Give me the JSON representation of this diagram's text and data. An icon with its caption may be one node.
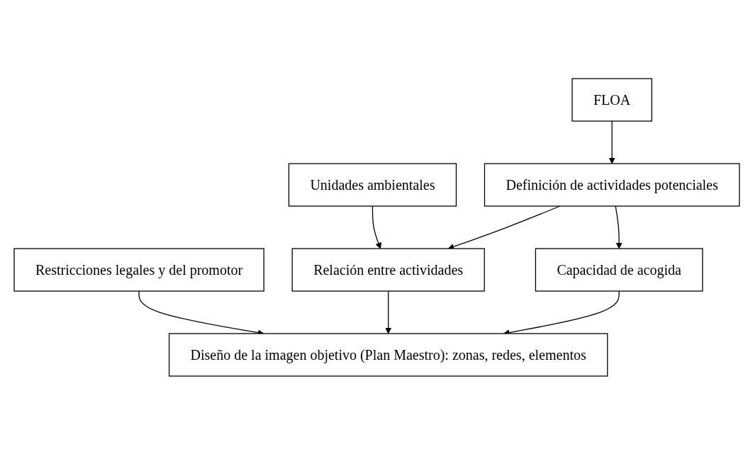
{
  "diagram": {
    "nodes": [
      {
        "text": [
          "Unidades ambientales"
        ]
      },
      {
        "text": [
          "FLOA"
        ]
      },
      {
        "text": [
          "Definición de actividades potenciales"
        ]
      },
      {
        "text": [
          "Restricciones legales y del promotor"
        ]
      },
      {
        "text": [
          "Relación entre actividades"
        ]
      },
      {
        "text": [
          "Capacidad de acogida"
        ]
      },
      {
        "text": [
          "Diseño de la imagen objetivo (Plan Maestro): zonas, redes, elementos"
        ]
      }
    ],
    "edges": [
      {
        "from": 1,
        "to": 2,
        "arrow": "to"
      },
      {
        "from": 0,
        "to": 4,
        "arrow": "to"
      },
      {
        "from": 2,
        "to": 4,
        "arrow": "to"
      },
      {
        "from": 2,
        "to": 5,
        "arrow": "to"
      },
      {
        "from": 3,
        "to": 6,
        "arrow": "to"
      },
      {
        "from": 4,
        "to": 6,
        "arrow": "to"
      },
      {
        "from": 5,
        "to": 6,
        "arrow": "to"
      }
    ]
  }
}
